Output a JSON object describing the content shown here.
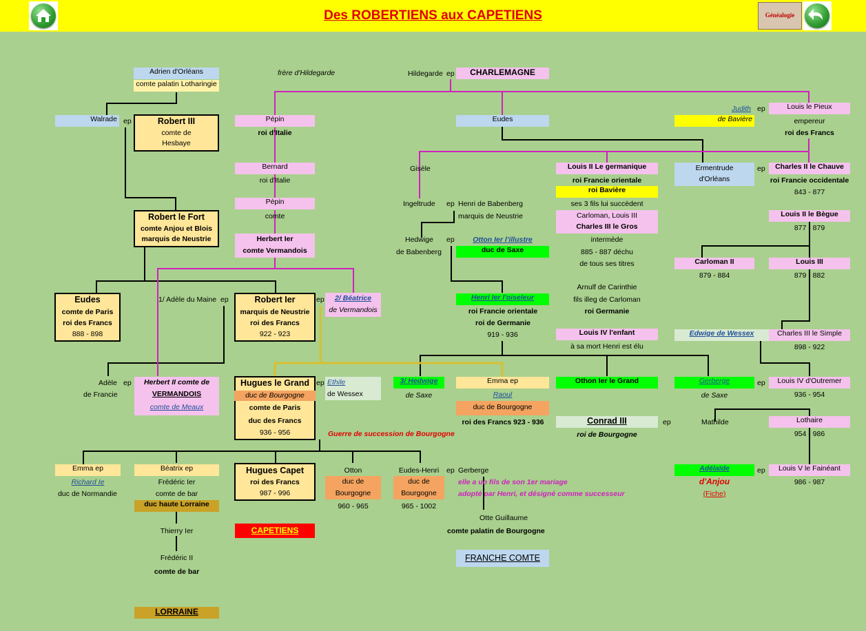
{
  "header": {
    "title": "Des ROBERTIENS aux CAPETIENS",
    "badge": "Généalogie"
  },
  "colors": {
    "background": "#a9d08e",
    "header": "#ffff00",
    "title": "#e00000",
    "pink_box": "#f4c2ec",
    "blue_box": "#bdd7ee",
    "green_box": "#00ff00",
    "orange_box": "#f4a460",
    "gold_box": "#c9a227",
    "magenta_line": "#d020c0",
    "gold_line": "#d8c030"
  },
  "icons": {
    "home": "home-icon",
    "back": "back-arrow-icon",
    "badge": "genealogy-badge-icon"
  },
  "labels": {
    "ep": "ep",
    "adrien": "Adrien d'Orléans",
    "adrien_t": "comte palatin Lotharingie",
    "frere": "frère d'Hildegarde",
    "hildegarde": "Hildegarde",
    "charlemagne": "CHARLEMAGNE",
    "judith": "Judith",
    "judith_t": "de Bavière",
    "louis_pieux": "Louis le Pieux",
    "louis_pieux_t1": "empereur",
    "louis_pieux_t2": "roi des Francs",
    "walrade": "Walrade",
    "robert3": "Robert III",
    "robert3_t1": "comte de",
    "robert3_t2": "Hesbaye",
    "pepin1": "Pépin",
    "pepin1_t": "roi d'Italie",
    "eudes_top": "Eudes",
    "bernard": "Bernard",
    "bernard_t": "roi d'Italie",
    "pepin2": "Pépin",
    "pepin2_t": "comte",
    "herbert1": "Herbert Ier",
    "herbert1_t": "comte Vermandois",
    "gisele": "Gisèle",
    "ingeltrude": "Ingeltrude",
    "henri_bab": "Henri de Babenberg",
    "henri_bab_t": "marquis de Neustrie",
    "hedwige_bab": "Hedwige",
    "hedwige_bab_t": "de Babenberg",
    "otton1": "Otton Ier l'illustre",
    "otton1_t": "duc de Saxe",
    "louis_germ": "Louis  II Le germanique",
    "louis_germ_t1": "roi Francie orientale",
    "louis_germ_t2": "roi Bavière",
    "louis_germ_t3": "ses 3 fils lui succèdent",
    "carloman_louis": "Carloman, Louis III",
    "charles3": "Charles III le Gros",
    "charles3_t1": "intermède",
    "charles3_t2": "885 - 887 déchu",
    "charles3_t3": "de tous ses titres",
    "arnulf": "Arnulf de Carinthie",
    "arnulf_t1": "fils illeg de Carloman",
    "arnulf_t2": "roi Germanie",
    "louis4_enfant": "Louis IV l'enfant",
    "louis4_enfant_t": "à sa mort Henri est élu",
    "ermentrude": "Ermentrude",
    "ermentrude_t": "d'Orléans",
    "charles2": "Charles II le Chauve",
    "charles2_t1": "roi Francie occidentale",
    "charles2_t2": "843 - 877",
    "louis2_begue": "Louis II le Bègue",
    "louis2_begue_t": "877 - 879",
    "carloman2": "Carloman II",
    "carloman2_t": "879 - 884",
    "louis3": "Louis III",
    "louis3_t": "879 - 882",
    "robert_fort": "Robert le Fort",
    "robert_fort_t1": "comte Anjou et Blois",
    "robert_fort_t2": "marquis de Neustrie",
    "eudes_paris": "Eudes",
    "eudes_paris_t1": "comte de Paris",
    "eudes_paris_t2": "roi des Francs",
    "eudes_paris_t3": "888 - 898",
    "adele_maine": "1/ Adèle du Maine",
    "robert1": "Robert Ier",
    "robert1_t1": "marquis de Neustrie",
    "robert1_t2": "roi des Francs",
    "robert1_t3": "922 - 923",
    "beatrice": "2/ Béatrice",
    "beatrice_t": "de Vermandois",
    "henri_oiseleur": "Henri Ier l'oiseleur",
    "henri_oiseleur_t1": "roi Francie orientale",
    "henri_oiseleur_t2": "roi de Germanie",
    "henri_oiseleur_t3": "919 - 936",
    "edwige_wessex": "Edwige de Wessex",
    "charles3_simple": "Charles III le Simple",
    "charles3_simple_t": "898 - 922",
    "adele_france": "Adèle",
    "adele_france_t": "de Francie",
    "herbert2": "Herbert II comte de",
    "herbert2_t1": "VERMANDOIS",
    "herbert2_t2": "comte de Meaux",
    "hugues_grand": "Hugues le Grand",
    "hugues_grand_t1": "duc de Bourgogne",
    "hugues_grand_t2": "comte de Paris",
    "hugues_grand_t3": "duc des Francs",
    "hugues_grand_t4": "936 - 956",
    "ethile": "Ethile",
    "ethile_t": "de Wessex",
    "hedwige_saxe": "3/ Hedwige",
    "hedwige_saxe_t": "de Saxe",
    "emma_raoul": "Emma ep",
    "raoul": "Raoul",
    "raoul_t1": "duc de Bourgogne",
    "raoul_t2": "roi des Francs 923 - 936",
    "othon_grand": "Othon Ier le Grand",
    "conrad3": "Conrad III",
    "conrad3_t": "roi de Bourgogne",
    "gerberge_saxe": "Gerberge",
    "gerberge_saxe_t": "de Saxe",
    "louis4_outremer": "Louis IV d'Outremer",
    "louis4_outremer_t": "936 - 954",
    "mathilde": "Mathilde",
    "lothaire": "Lothaire",
    "lothaire_t": "954 - 986",
    "guerre": "Guerre de succession de Bourgogne",
    "emma_normandie": "Emma ep",
    "richard": "Richard Ie",
    "richard_t": "duc de Normandie",
    "beatrix": "Béatrix ep",
    "frederic1": "Frédéric Ier",
    "frederic1_t": "comte de bar",
    "duc_lorraine": "duc haute Lorraine",
    "thierry": "Thierry Ier",
    "frederic2": "Frédéric II",
    "frederic2_t": "comte de bar",
    "lorraine": "LORRAINE",
    "hugues_capet": "Hugues Capet",
    "hugues_capet_t1": "roi des Francs",
    "hugues_capet_t2": "987 - 996",
    "capetiens": "CAPETIENS",
    "otton_bourg": "Otton",
    "otton_bourg_t1": "duc de",
    "otton_bourg_t2": "Bourgogne",
    "otton_bourg_t3": "960 - 965",
    "eudes_henri": "Eudes-Henri",
    "eudes_henri_t1": "duc de",
    "eudes_henri_t2": "Bourgogne",
    "eudes_henri_t3": "965 - 1002",
    "gerberge2": "Gerberge",
    "gerberge2_note1": "elle a un fils de son 1er mariage",
    "gerberge2_note2": "adopté par Henri, et désigné comme successeur",
    "otte": "Otte Guillaume",
    "otte_t": "comte palatin de Bourgogne",
    "franche_comte": "FRANCHE COMTE",
    "adelaide": "Adélaïde",
    "adelaide_t": "d'Anjou",
    "fiche": "(Fiche)",
    "louis5": "Louis V le Fainéant",
    "louis5_t": "986 - 987"
  }
}
